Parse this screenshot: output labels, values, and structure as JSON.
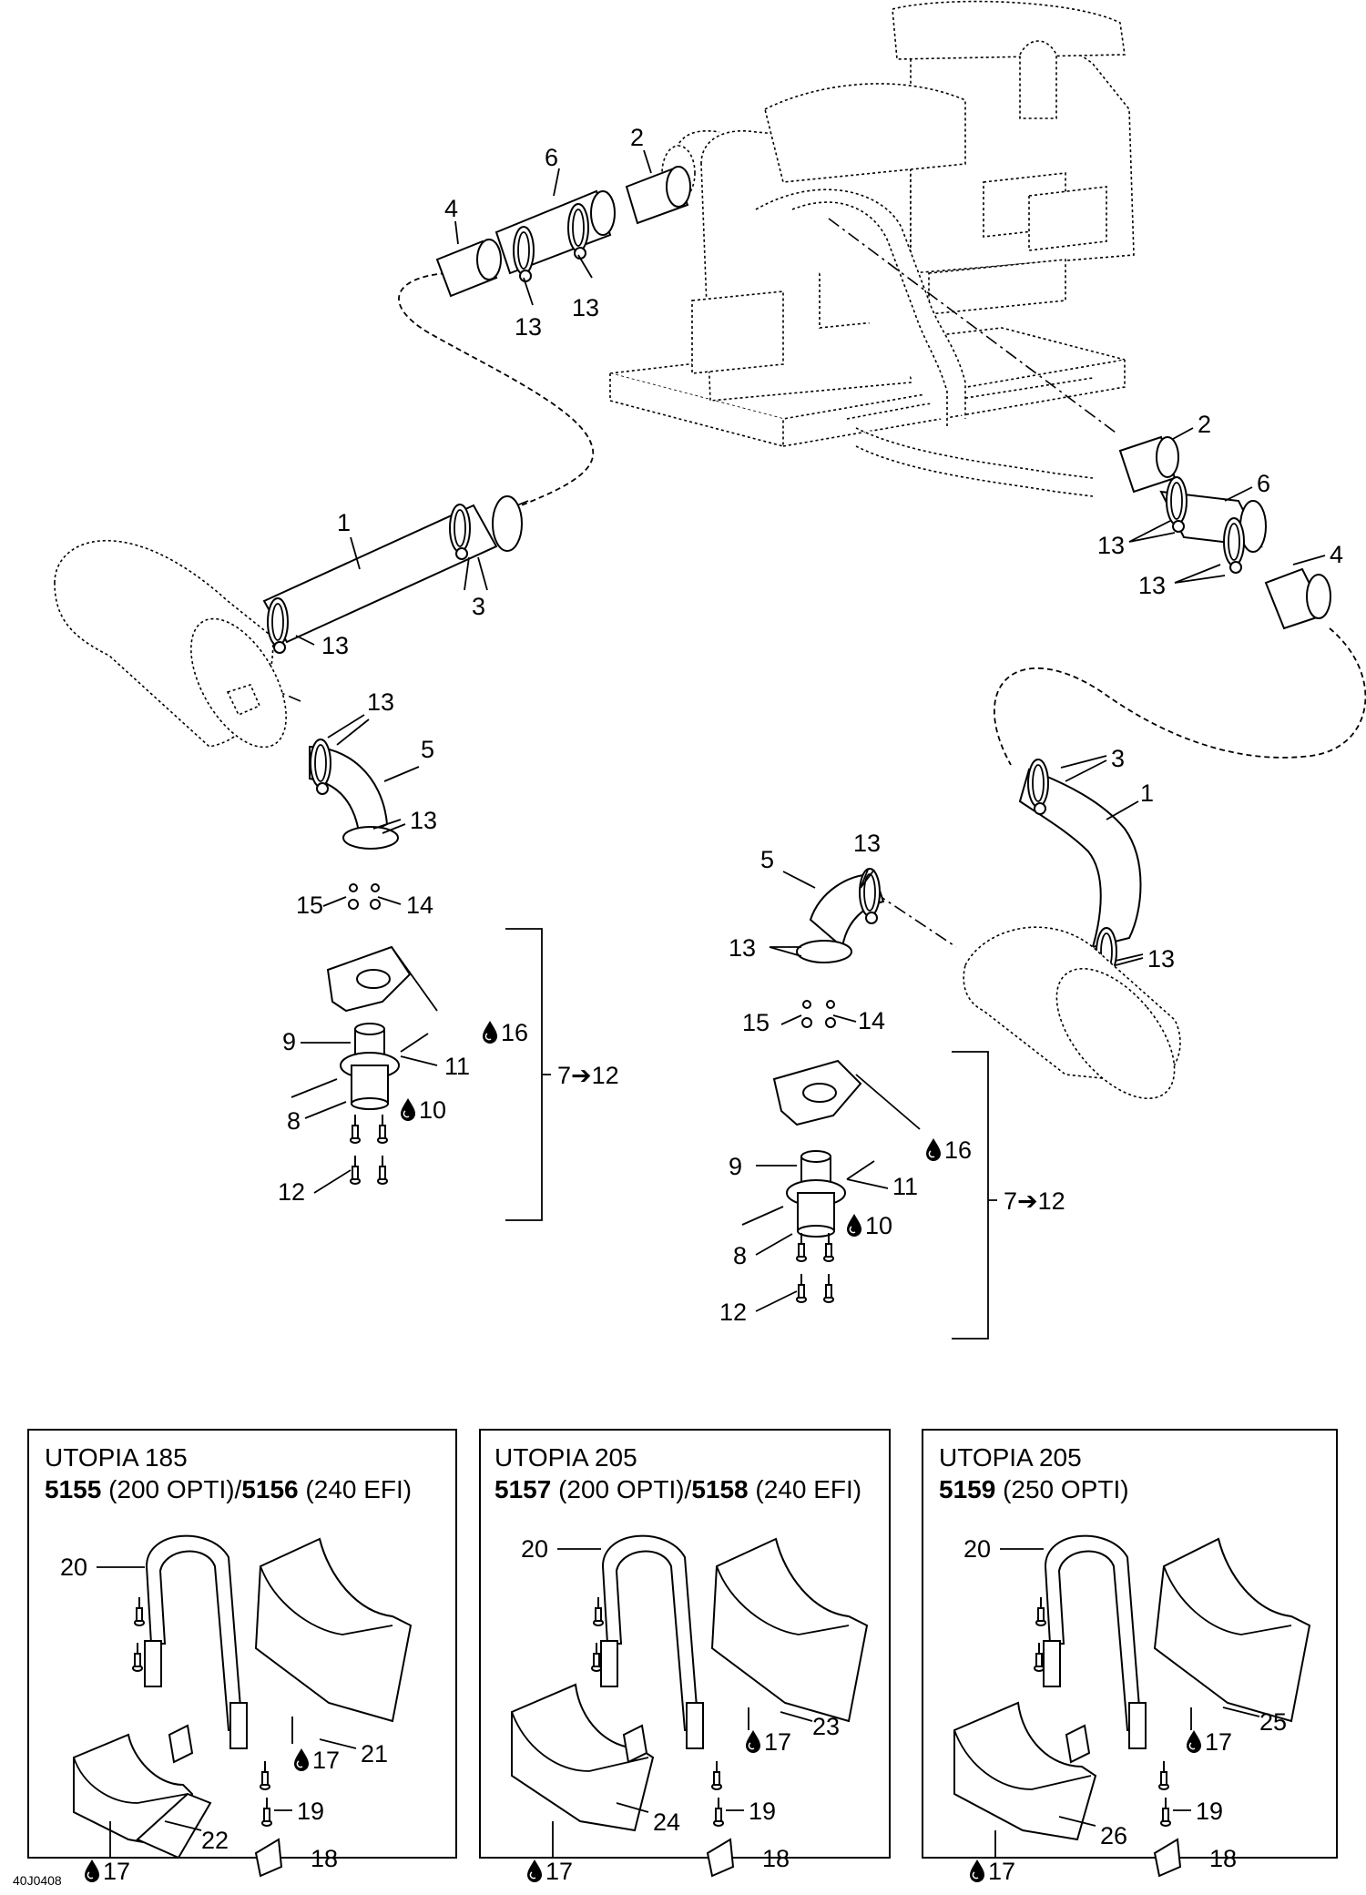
{
  "callouts": {
    "left": {
      "n4": "4",
      "n6": "6",
      "n2": "2",
      "n13a": "13",
      "n13b": "13",
      "n1": "1",
      "n3": "3",
      "n13c": "13",
      "n13d": "13",
      "n5": "5",
      "n13e": "13",
      "n15": "15",
      "n14": "14",
      "n16": "16",
      "n9": "9",
      "n11": "11",
      "n8": "8",
      "n10": "10",
      "n12": "12",
      "range": "7➔12"
    },
    "right": {
      "n2": "2",
      "n6": "6",
      "n13a": "13",
      "n13b": "13",
      "n4": "4",
      "n3": "3",
      "n1": "1",
      "n5": "5",
      "n13c": "13",
      "n13d": "13",
      "n13e": "13",
      "n15": "15",
      "n14": "14",
      "n16": "16",
      "n9": "9",
      "n11": "11",
      "n8": "8",
      "n10": "10",
      "n12": "12",
      "range": "7➔12"
    }
  },
  "inset_boxes": [
    {
      "title": "UTOPIA 185",
      "model_a": "5155",
      "engine_a": " (200 OPTI)/",
      "model_b": "5156",
      "engine_b": " (240 EFI)",
      "labels": {
        "strap": "20",
        "block_top": "21",
        "block_bottom": "22",
        "glue_top": "17",
        "glue_bottom": "17",
        "rivet": "19",
        "bracket": "18"
      }
    },
    {
      "title": "UTOPIA 205",
      "model_a": "5157",
      "engine_a": " (200 OPTI)/",
      "model_b": "5158",
      "engine_b": " (240 EFI)",
      "labels": {
        "strap": "20",
        "block_top": "23",
        "block_bottom": "24",
        "glue_top": "17",
        "glue_bottom": "17",
        "rivet": "19",
        "bracket": "18"
      }
    },
    {
      "title": "UTOPIA 205",
      "model_a": "5159",
      "engine_a": " (250 OPTI)",
      "model_b": "",
      "engine_b": "",
      "labels": {
        "strap": "20",
        "block_top": "25",
        "block_bottom": "26",
        "glue_top": "17",
        "glue_bottom": "17",
        "rivet": "19",
        "bracket": "18"
      }
    }
  ],
  "reference_code": "40J0408",
  "icons": {
    "glue": "glue-drop-icon",
    "arrow": "arrow-right-icon"
  }
}
